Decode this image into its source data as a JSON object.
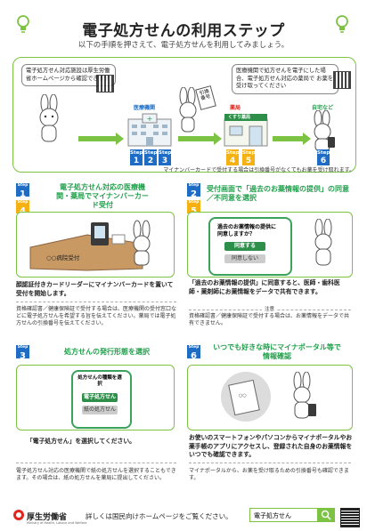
{
  "header": {
    "title": "電子処方せんの利用ステップ",
    "subtitle": "以下の手順を押さえて、電子処方せんを利用してみましょう。"
  },
  "flow": {
    "bubble_left": "電子処方せん対応施設は厚生労働省ホームページから確認できます",
    "bubble_right": "医療機関で処方せんを電子にした場合、電子処方せん対応の薬局で お薬を受け取ってください",
    "tag_label": "引換番号",
    "place_hospital": "医療機関",
    "place_pharmacy": "薬局",
    "place_home": "自宅など",
    "pharmacy_sign": "くすり薬局",
    "step_word": "Step",
    "steps_hospital": [
      "1",
      "2",
      "3"
    ],
    "steps_pharmacy": [
      "4",
      "5"
    ],
    "steps_home": [
      "6"
    ],
    "note": "マイナンバーカードで受付する場合は引換番号がなくてもお薬を受け取れます。"
  },
  "panels": {
    "p1": {
      "badges": [
        "1",
        "4"
      ],
      "title": "電子処方せん対応の医療機関・薬局でマイナンバーカード受付",
      "reader_label": "○○病院受付",
      "body": "顔認証付きカードリーダーにマイナンバーカードを置いて受付を開始します。",
      "sub": "資格確認書／健康保険証で受付する場合は、医療機関の受付窓口などに電子処方せんを希望する旨を伝えてください。薬局では電子処方せんの引換番号を伝えてください。"
    },
    "p2": {
      "badges": [
        "2",
        "5"
      ],
      "title": "受付画面で「過去のお薬情報の提供」の同意／不同意を選択",
      "screen_q": "過去のお薬情報の提供に同意しますか？",
      "screen_yes": "同意する",
      "screen_no": "同意しない",
      "body": "「過去のお薬情報の提供」に同意すると、医師・歯科医師・薬剤師にお薬情報をデータで共有できます。",
      "note_label": "注意",
      "sub": "資格確認書／健康保険証で受付する場合は、お薬情報をデータで共有できません。"
    },
    "p3": {
      "badges": [
        "3"
      ],
      "title": "処方せんの発行形態を選択",
      "screen_title": "処方せんの種類を選択",
      "screen_e": "電子処方せん",
      "screen_paper": "紙の処方せん",
      "body": "「電子処方せん」を選択してください。",
      "sub": "電子処方せん対応の医療機関で紙の処方せんを選択することもできます。その場合は、紙の処方せんを薬局に提出してください。"
    },
    "p6": {
      "badges": [
        "6"
      ],
      "title": "いつでも好きな時にマイナポータル等で情報確認",
      "body": "お使いのスマートフォンやパソコンからマイナポータルやお薬手帳のアプリにアクセスし、登録された自身のお薬情報をいつでも確認できます。",
      "sub": "マイナポータルから、お薬を受け取るための引換番号も確認できます。"
    }
  },
  "footer": {
    "logo_text": "厚生労働省",
    "logo_sub": "Ministry of Health, Labour and Welfare",
    "text": "詳しくは国民向けホームページをご覧ください。",
    "search_value": "電子処方せん"
  },
  "colors": {
    "green": "#7cc243",
    "blue": "#1e6cc4",
    "yellow": "#f5b111",
    "dark_green": "#22a04c"
  }
}
